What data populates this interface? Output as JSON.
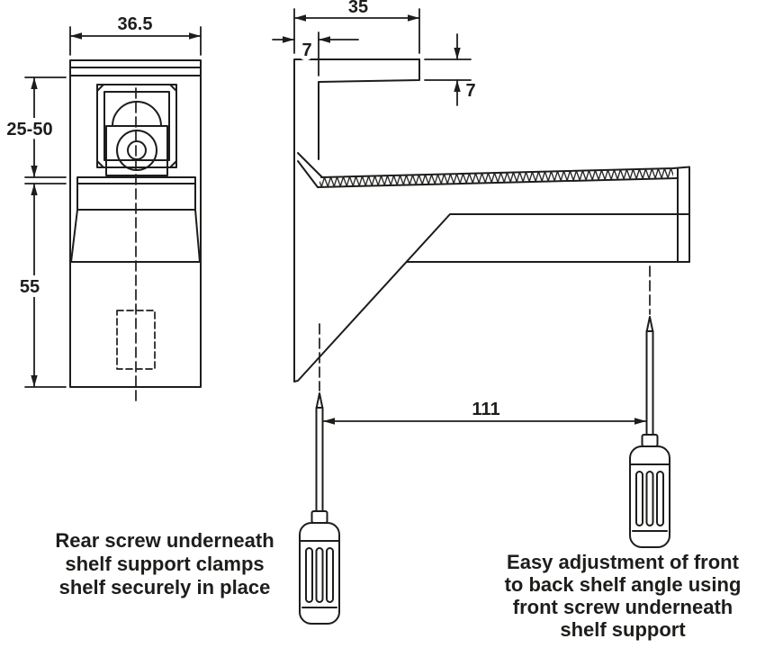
{
  "diagram": {
    "colors": {
      "line": "#1d1d1b",
      "background": "#ffffff"
    },
    "front_view": {
      "dim_width": "36.5",
      "dim_clamp_range": "25-50",
      "dim_height": "55"
    },
    "side_view": {
      "dim_depth": "35",
      "dim_plate_thickness": "7",
      "dim_lip_height": "7",
      "dim_screw_distance": "111"
    },
    "captions": {
      "rear": [
        "Rear screw underneath",
        "shelf support clamps",
        "shelf securely in place"
      ],
      "front": [
        "Easy adjustment of front",
        "to back shelf angle using",
        "front screw underneath",
        "shelf support"
      ]
    }
  }
}
